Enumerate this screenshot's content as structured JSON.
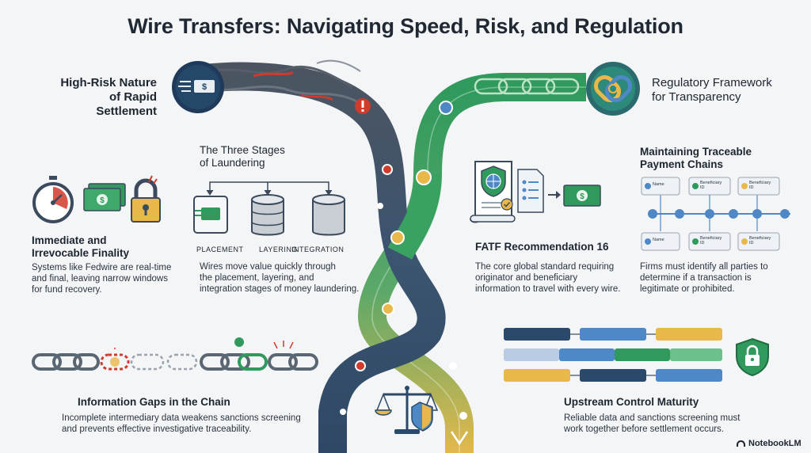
{
  "title": "Wire Transfers: Navigating Speed, Risk, and Regulation",
  "high_risk": {
    "heading_line1": "High-Risk Nature",
    "heading_line2": "of Rapid Settlement"
  },
  "regulatory": {
    "heading_line1": "Regulatory Framework",
    "heading_line2": "for Transparency"
  },
  "three_stages": {
    "heading_line1": "The Three Stages",
    "heading_line2": "of Laundering",
    "stages": [
      "PLACEMENT",
      "LAYERING",
      "INTEGRATION"
    ],
    "text": [
      "Wires move value quickly through",
      "the placement, layering, and",
      "integration stages of money laundering."
    ]
  },
  "finality": {
    "heading_line1": "Immediate and",
    "heading_line2": "Irrevocable Finality",
    "text": [
      "Systems like Fedwire are real-time",
      "and final, leaving narrow windows",
      "for fund recovery."
    ]
  },
  "fatf": {
    "heading": "FATF Recommendation 16",
    "text": [
      "The core global standard requiring",
      "originator and beneficiary",
      "information to travel with every wire."
    ]
  },
  "traceable": {
    "heading_line1": "Maintaining Traceable",
    "heading_line2": "Payment Chains",
    "text": [
      "Firms must identify all parties to",
      "determine if a transaction is",
      "legitimate or prohibited."
    ],
    "cards_top": [
      {
        "l1": "Name",
        "l2": ""
      },
      {
        "l1": "Beneficiary",
        "l2": "ID"
      },
      {
        "l1": "Beneficiary",
        "l2": "ID"
      }
    ],
    "cards_bottom": [
      {
        "l1": "Name",
        "l2": ""
      },
      {
        "l1": "Beneficiary",
        "l2": "ID"
      },
      {
        "l1": "Beneficiary",
        "l2": "ID"
      }
    ]
  },
  "gaps": {
    "heading": "Information Gaps in the Chain",
    "text": [
      "Incomplete intermediary data weakens sanctions screening",
      "and prevents effective investigative traceability."
    ]
  },
  "upstream": {
    "heading": "Upstream Control Maturity",
    "text": [
      "Reliable data and sanctions screening must",
      "work together before settlement occurs."
    ]
  },
  "brand": "NotebookLM",
  "colors": {
    "navy": "#2b4a6b",
    "green": "#2f9a5c",
    "gold": "#e8b84a",
    "red": "#d23a2a",
    "blue": "#4e88c7"
  },
  "icons": [
    "money-icon",
    "stopwatch-icon",
    "padlock-icon",
    "database-icon",
    "document-icon",
    "globe-shield-icon",
    "chain-icon",
    "scales-icon",
    "shield-lock-icon",
    "chain-link-logo-icon"
  ]
}
